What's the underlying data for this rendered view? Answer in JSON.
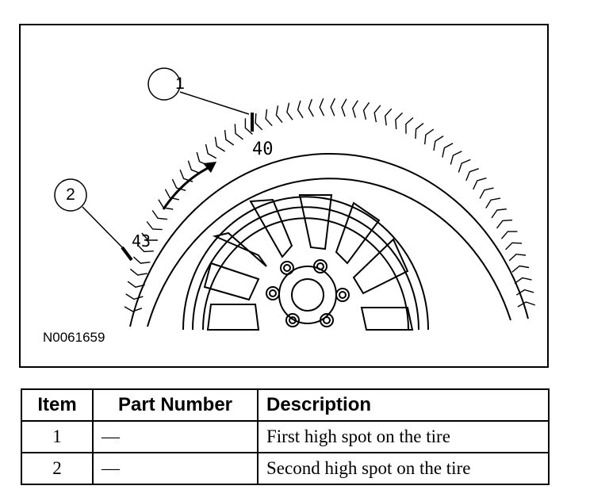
{
  "figure": {
    "callouts": [
      {
        "label": "1"
      },
      {
        "label": "2"
      }
    ],
    "marks": [
      {
        "label": "40"
      },
      {
        "label": "43"
      }
    ],
    "figure_id": "N0061659"
  },
  "legend": {
    "headers": {
      "item": "Item",
      "part_number": "Part Number",
      "description": "Description"
    },
    "rows": [
      {
        "item": "1",
        "part_number": "—",
        "description": "First high spot on the tire"
      },
      {
        "item": "2",
        "part_number": "—",
        "description": "Second high spot on the tire"
      }
    ]
  },
  "colors": {
    "ink": "#000000",
    "background": "#ffffff"
  },
  "icons": [
    "rotation-arrow-icon",
    "wheel-rim-icon",
    "tire-tread-icon"
  ]
}
